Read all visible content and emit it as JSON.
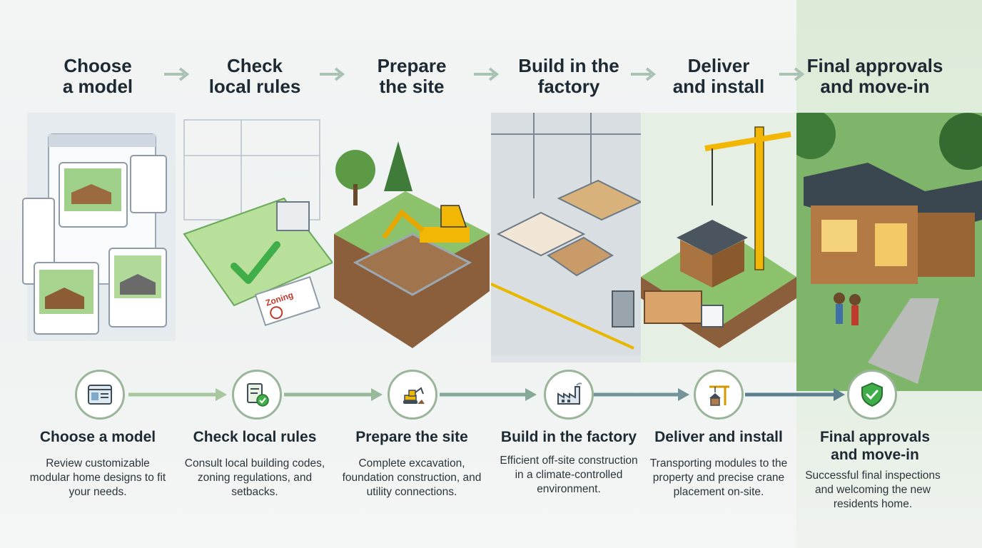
{
  "steps": [
    {
      "title": "Choose\na model",
      "bottom_title": "Choose a model",
      "desc": "Review customizable modular home designs to fit your needs.",
      "icon": "browser-layout-icon"
    },
    {
      "title": "Check\nlocal rules",
      "bottom_title": "Check local rules",
      "desc": "Consult local building codes, zoning regulations, and setbacks.",
      "icon": "document-check-icon"
    },
    {
      "title": "Prepare\nthe site",
      "bottom_title": "Prepare the site",
      "desc": "Complete excavation, foundation construction, and utility connections.",
      "icon": "excavator-icon"
    },
    {
      "title": "Build in the\nfactory",
      "bottom_title": "Build in the factory",
      "desc": "Efficient off-site construction in a climate-controlled environment.",
      "icon": "factory-icon"
    },
    {
      "title": "Deliver\nand install",
      "bottom_title": "Deliver and install",
      "desc": "Transporting modules to the property and precise crane placement on-site.",
      "icon": "crane-house-icon"
    },
    {
      "title": "Final approvals\nand move-in",
      "bottom_title": "Final approvals\nand move-in",
      "desc": "Successful final inspections and welcoming the new residents home.",
      "icon": "shield-check-icon"
    }
  ],
  "illustration_labels": {
    "zoning_stamp": "Zoning"
  },
  "colors": {
    "arrow_start": "#a9c79f",
    "arrow_end": "#5b7f8f",
    "accent_green": "#3fae49",
    "title_text": "#1e2a33"
  }
}
